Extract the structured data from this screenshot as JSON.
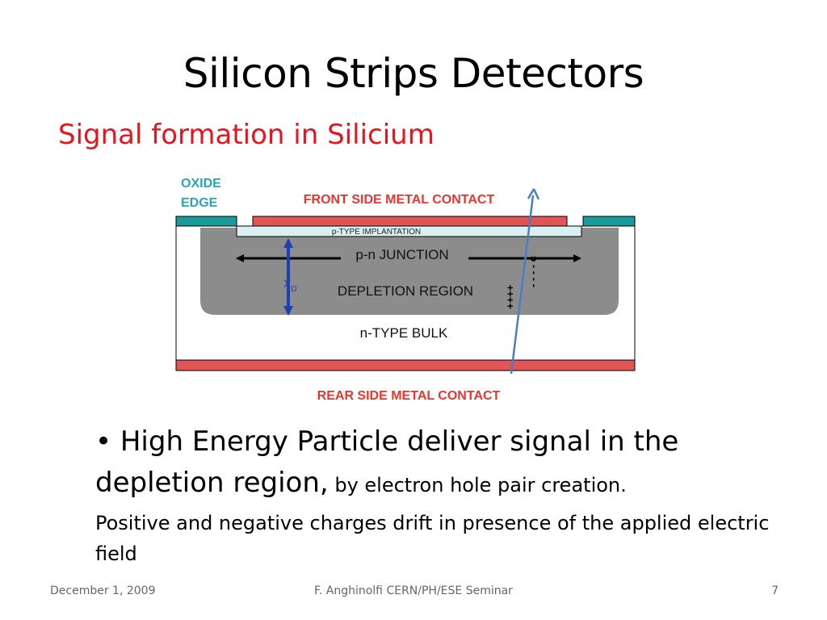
{
  "slide": {
    "title": "Silicon Strips Detectors",
    "subtitle": "Signal formation in Silicium"
  },
  "diagram": {
    "labels": {
      "oxide_edge_line1": "OXIDE",
      "oxide_edge_line2": "EDGE",
      "front_contact": "FRONT SIDE METAL CONTACT",
      "implantation": "p-TYPE IMPLANTATION",
      "junction": "p-n JUNCTION",
      "depletion": "DEPLETION REGION",
      "bulk": "n-TYPE BULK",
      "rear_contact": "REAR SIDE METAL CONTACT",
      "xd_main": "X",
      "xd_sub": "D",
      "positive_charges": "++++",
      "negative_charges": "- - - - c"
    },
    "colors": {
      "metal": "#e05555",
      "oxide": "#1a9a9a",
      "implantation": "#d9eff1",
      "depletion": "#8c8c8c",
      "arrow_blue": "#1b3fb5",
      "particle": "#4a7ec4",
      "label_red": "#e8352f",
      "label_teal": "#2aa5b8"
    }
  },
  "body": {
    "bullet": "•",
    "line1": " High Energy Particle deliver signal in the",
    "line2_large": "depletion region,",
    "line2_small": " by electron hole pair creation.",
    "line3": "Positive and negative charges drift in presence of the applied electric field"
  },
  "footer": {
    "date": "December 1, 2009",
    "center": "F. Anghinolfi CERN/PH/ESE Seminar",
    "page": "7"
  }
}
